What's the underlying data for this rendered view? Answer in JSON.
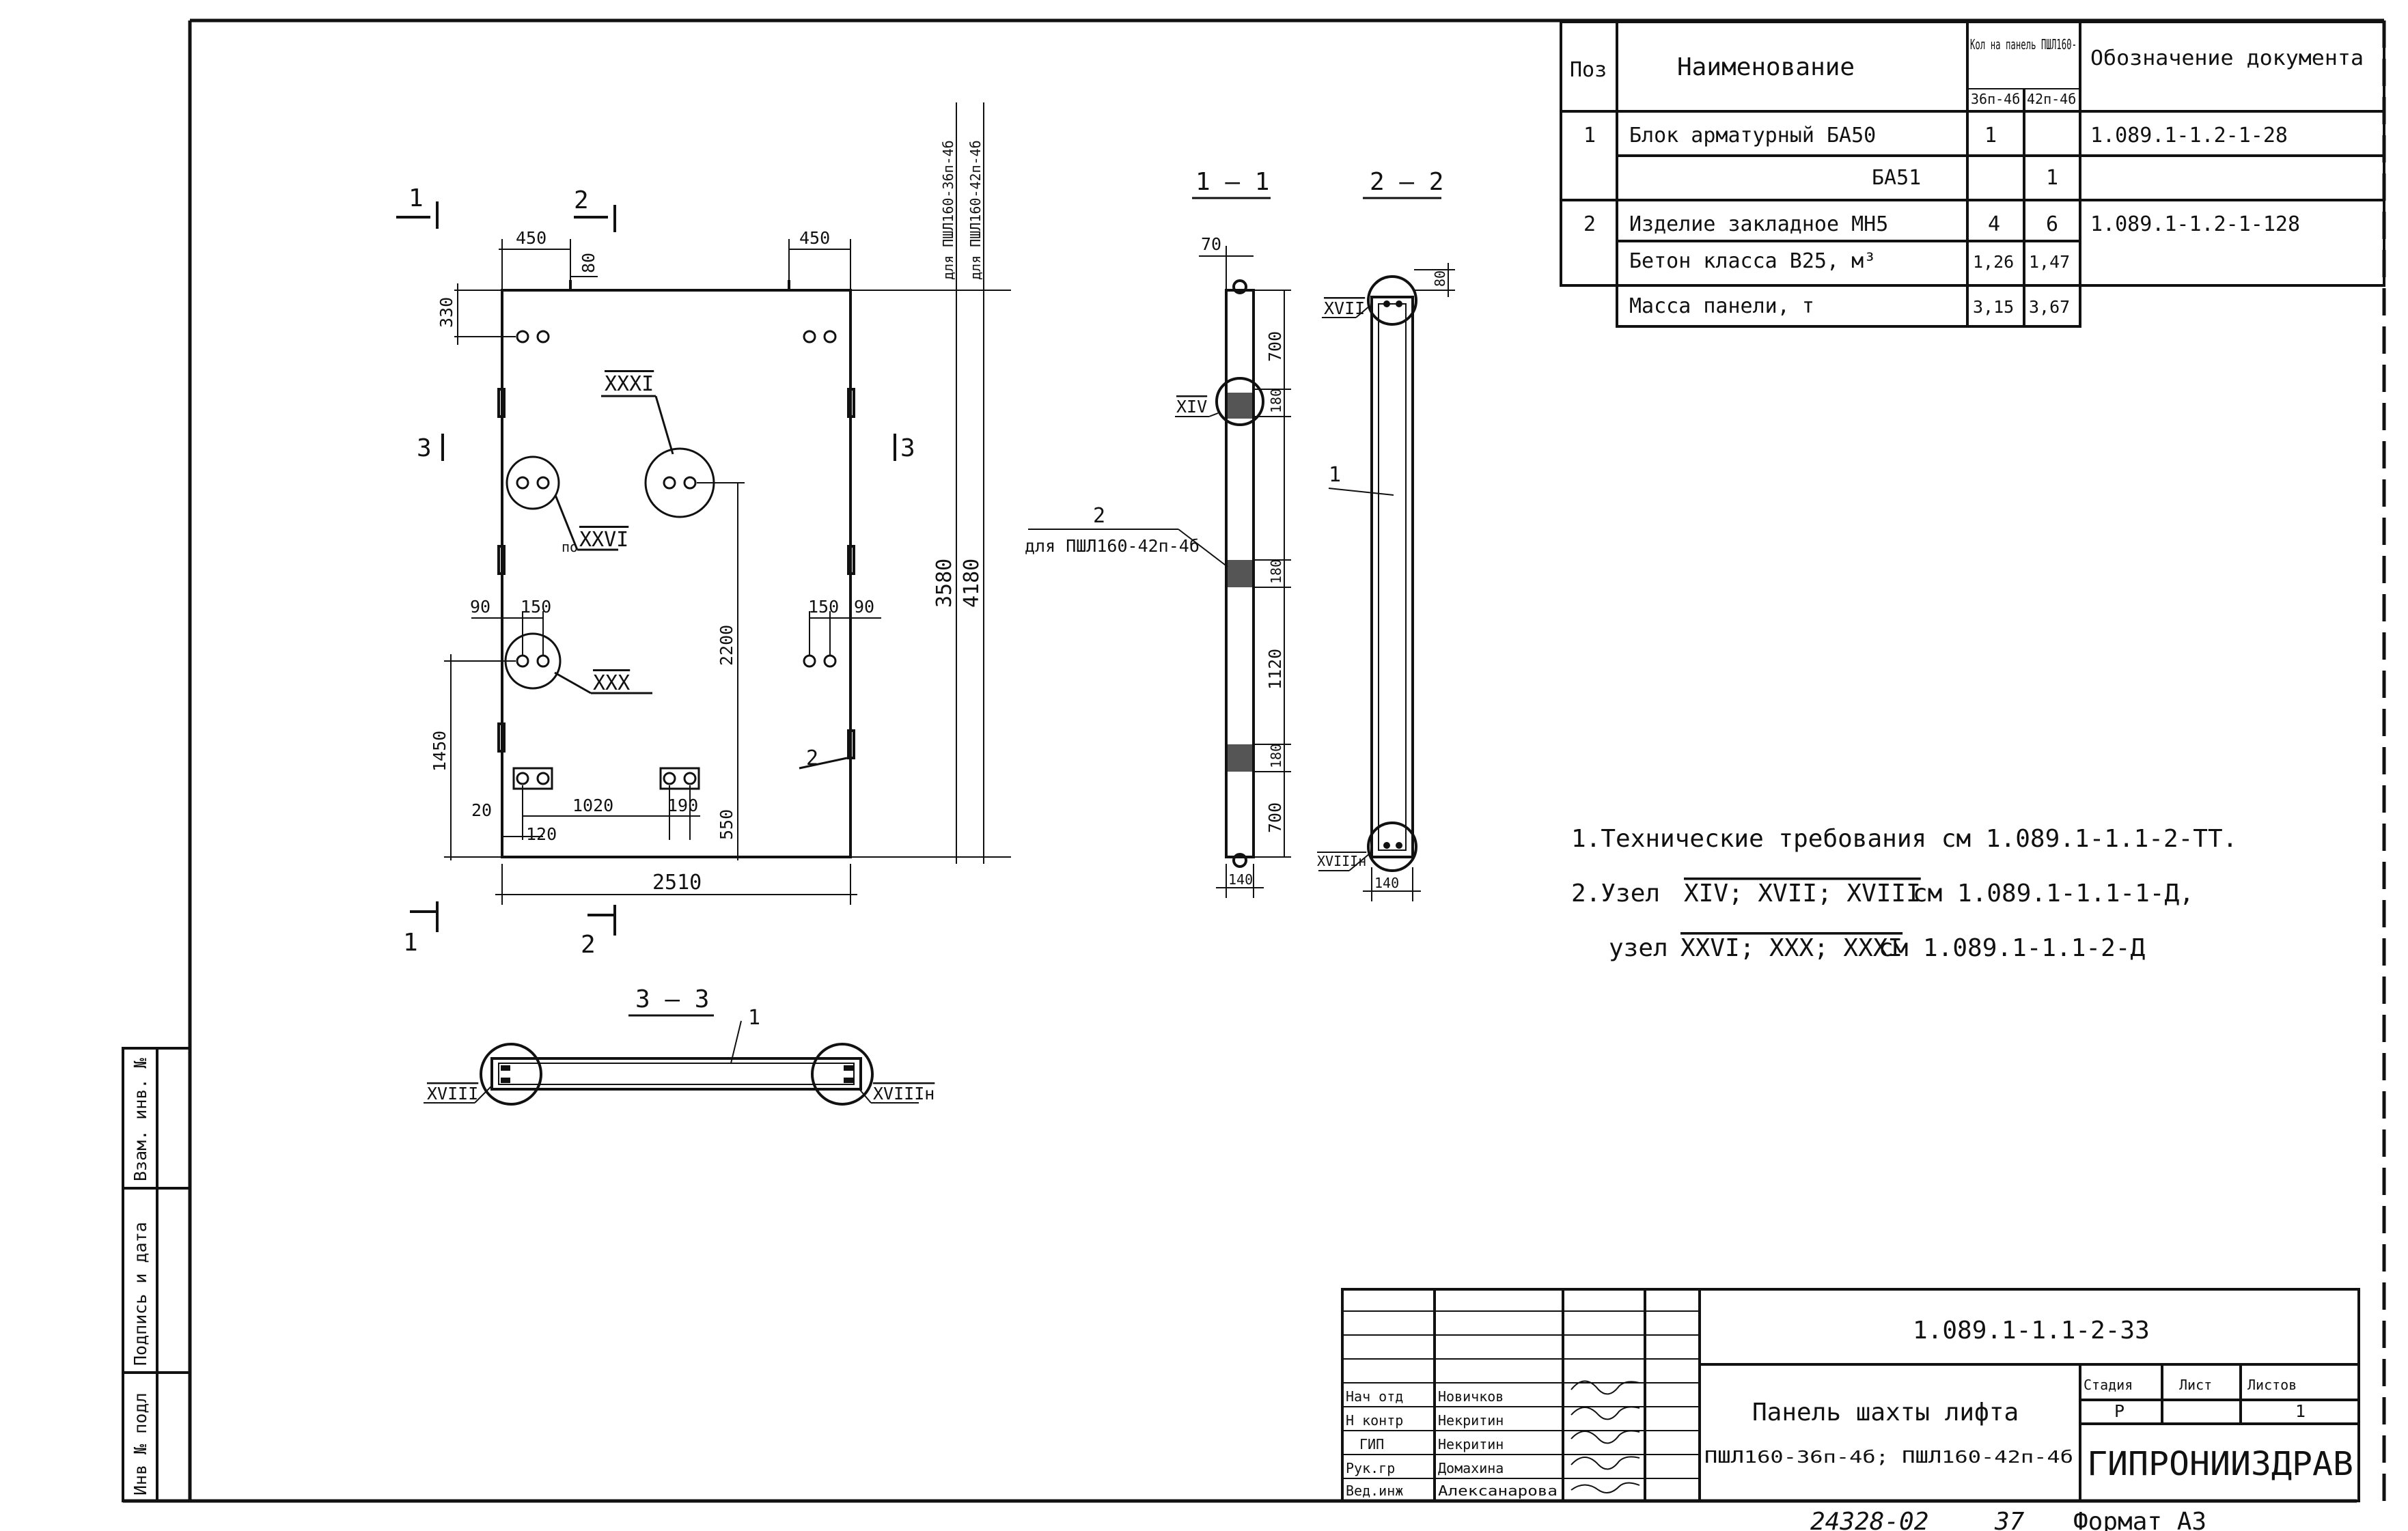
{
  "spec_table": {
    "headers": {
      "pos": "Поз",
      "name": "Наименование",
      "qty": "Кол на панель ПШЛ160-",
      "qty_a": "36п-4б",
      "qty_b": "42п-4б",
      "doc": "Обозначение документа"
    },
    "rows": [
      {
        "pos": "1",
        "name": "Блок арматурный БА50",
        "qty_a": "1",
        "qty_b": "",
        "doc": "1.089.1-1.2-1-28"
      },
      {
        "pos": "",
        "name": "БА51",
        "qty_a": "",
        "qty_b": "1",
        "doc": ""
      },
      {
        "pos": "2",
        "name": "Изделие закладное МН5",
        "qty_a": "4",
        "qty_b": "6",
        "doc": "1.089.1-1.2-1-128"
      },
      {
        "pos": "",
        "name": "Бетон класса В25, м³",
        "qty_a": "1,26",
        "qty_b": "1,47",
        "doc": ""
      },
      {
        "pos": "",
        "name": "Масса панели, т",
        "qty_a": "3,15",
        "qty_b": "3,67",
        "doc": ""
      }
    ]
  },
  "front_view": {
    "section_marks": [
      "1",
      "2",
      "3",
      "3",
      "1",
      "2"
    ],
    "dims": {
      "d450_left": "450",
      "d80": "80",
      "d450_right": "450",
      "d330": "330",
      "d90_left": "90",
      "d150_left": "150",
      "d150_right": "150",
      "d90_right": "90",
      "d1450": "1450",
      "d2200": "2200",
      "d550": "550",
      "d20": "20",
      "d1020": "1020",
      "d190": "190",
      "d120": "120",
      "d2510": "2510",
      "d3580": "3580",
      "d4180": "4180"
    },
    "callouts": {
      "xxxi": "XXXI",
      "xxvi_prefix": "по",
      "xxvi": "XXVI",
      "xxx": "XXX",
      "pos2": "2"
    },
    "vertical_notes": [
      "для ПШЛ160-36п-4б",
      "для ПШЛ160-42п-4б"
    ]
  },
  "section_1_1": {
    "title": "1 – 1",
    "callout_pos": "2",
    "callout_note": "для ПШЛ160-42п-4б",
    "node_xiv": "XIV",
    "dims": {
      "d70": "70",
      "d700_top": "700",
      "d180_a": "180",
      "d180_b": "180",
      "d1120": "1120",
      "d180_c": "180",
      "d700_bot": "700",
      "d140": "140"
    }
  },
  "section_2_2": {
    "title": "2 – 2",
    "node_xvii": "XVII",
    "node_xviii": "XVIIIн",
    "pos1": "1",
    "dims": {
      "d80": "80",
      "d140": "140"
    }
  },
  "section_3_3": {
    "title": "3 – 3",
    "pos1": "1",
    "node_left": "XVIII",
    "node_right": "XVIIIн"
  },
  "notes": {
    "line1": "1.Технические требования см 1.089.1-1.1-2-ТТ.",
    "line2_prefix": "2.Узел",
    "line2_nodes": "XIV; XVII; XVIII",
    "line2_ref": "см 1.089.1-1.1-1-Д,",
    "line3_prefix": "узел",
    "line3_nodes": "XXVI; XXX; XXXI",
    "line3_ref": "см 1.089.1-1.1-2-Д"
  },
  "left_stamp": {
    "labels": [
      "Инв № подл",
      "Подпись и дата",
      "Взам. инв. №"
    ]
  },
  "title_block": {
    "doc_code": "1.089.1-1.1-2-33",
    "roles": [
      {
        "role": "Нач отд",
        "name": "Новичков"
      },
      {
        "role": "Н контр",
        "name": "Некритин"
      },
      {
        "role": "ГИП",
        "name": "Некритин"
      },
      {
        "role": "Рук.гр",
        "name": "Домахина"
      },
      {
        "role": "Вед.инж",
        "name": "Алексанарова"
      }
    ],
    "title_line1": "Панель шахты лифта",
    "title_line2": "ПШЛ160-36п-4б; ПШЛ160-42п-4б",
    "stage_label": "Стадия",
    "sheet_label": "Лист",
    "sheets_label": "Листов",
    "stage": "Р",
    "sheet": "",
    "sheets": "1",
    "org": "ГИПРОНИИЗДРАВ"
  },
  "footer": {
    "inv_number": "24328-02",
    "page": "37",
    "format": "Формат А3"
  }
}
